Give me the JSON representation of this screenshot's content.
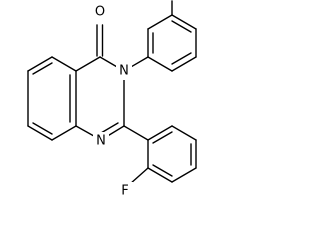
{
  "molecule": {
    "atom_labels": {
      "carbonyl_oxygen": "O",
      "n3": "N",
      "n1": "N",
      "fluorine": "F"
    }
  }
}
